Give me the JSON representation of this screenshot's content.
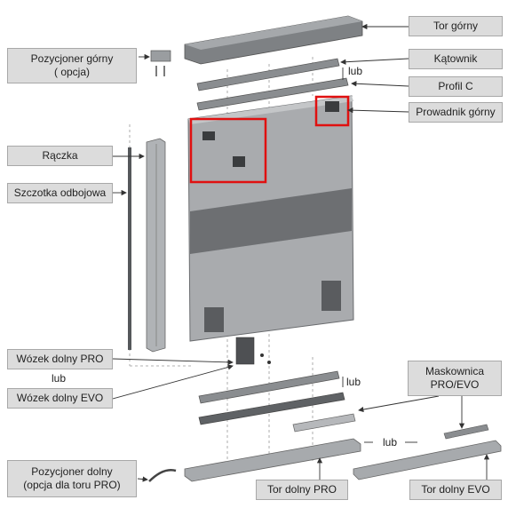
{
  "labels": {
    "tor_gorny": "Tor górny",
    "katownik": "Kątownik",
    "profil_c": "Profil C",
    "prowadnik_gorny": "Prowadnik górny",
    "pozycjoner_gorny_line1": "Pozycjoner górny",
    "pozycjoner_gorny_line2": "( opcja)",
    "raczka": "Rączka",
    "szczotka": "Szczotka odbojowa",
    "wozek_pro": "Wózek dolny PRO",
    "wozek_evo": "Wózek dolny EVO",
    "maskownica_line1": "Maskownica",
    "maskownica_line2": "PRO/EVO",
    "pozycjoner_dolny_line1": "Pozycjoner dolny",
    "pozycjoner_dolny_line2": "(opcja dla toru PRO)",
    "tor_dolny_pro": "Tor dolny PRO",
    "tor_dolny_evo": "Tor dolny EVO"
  },
  "connectors": {
    "lub_top": "lub",
    "lub_left": "lub",
    "lub_mid": "lub",
    "lub_bottom": "lub"
  },
  "colors": {
    "label_bg": "#dcdcdc",
    "highlight": "#e01010",
    "door_panel": "#a9abae",
    "door_middle": "#6d6f72",
    "rail": "#8d9093"
  }
}
